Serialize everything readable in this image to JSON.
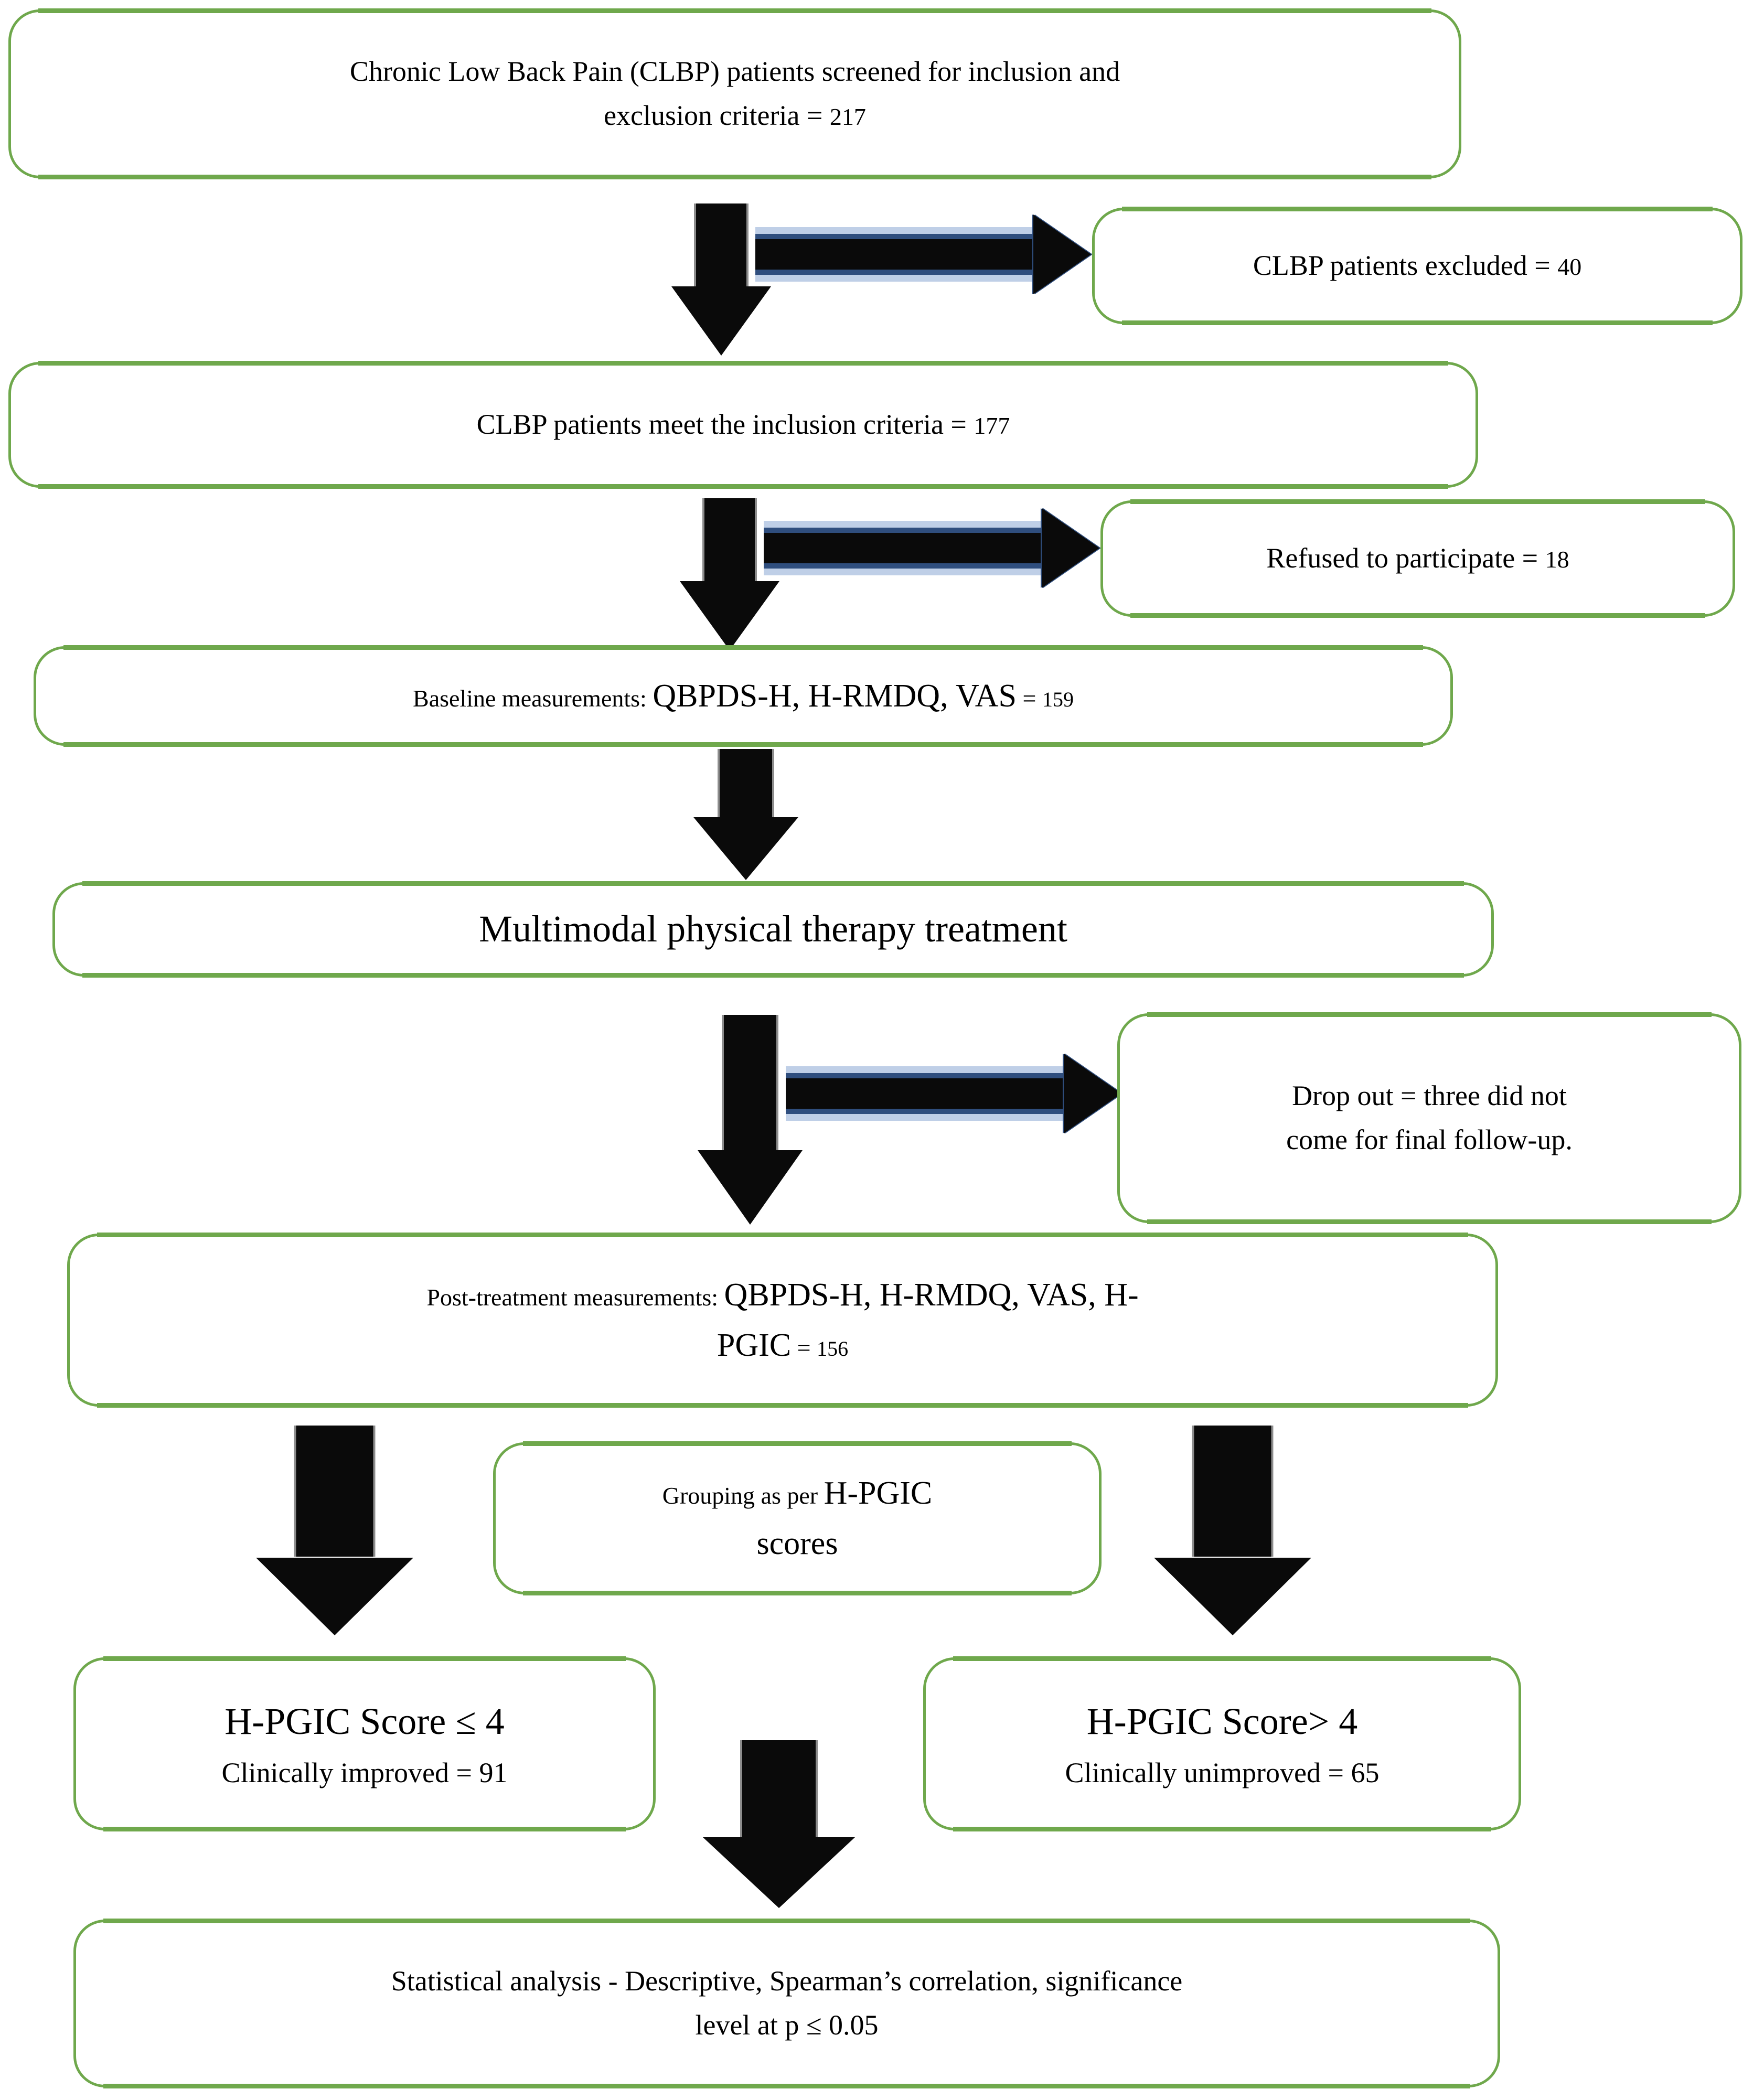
{
  "diagram": {
    "title": "CLBP study participant flow diagram",
    "accent_green": "#6FA84C",
    "arrow_black": "#0A0A0A",
    "arrow_blue_outline": "#2F4E7E",
    "arrow_blue_shadow": "#BFCFE7"
  },
  "nodes": {
    "screened": {
      "line1": "Chronic Low Back Pain (CLBP) patients screened for inclusion and",
      "line2_text": "exclusion criteria = ",
      "line2_value": "217"
    },
    "excluded": {
      "text": "CLBP patients excluded = ",
      "value": "40"
    },
    "included": {
      "text": "CLBP patients meet the inclusion criteria = ",
      "value": "177"
    },
    "refused": {
      "text": "Refused to participate = ",
      "value": "18"
    },
    "baseline": {
      "label": "Baseline measurements: ",
      "measures": "QBPDS-H, H-RMDQ, VAS",
      "eq": " = ",
      "value": "159"
    },
    "treatment": {
      "text": "Multimodal physical therapy treatment"
    },
    "dropout": {
      "line1": "Drop out = three did not",
      "line2": "come for final follow-up."
    },
    "post": {
      "label": "Post-treatment measurements: ",
      "measures_line1": "QBPDS-H, H-RMDQ, VAS, H-",
      "measures_line2": "PGIC",
      "eq": " = ",
      "value": "156"
    },
    "grouping": {
      "line1_small": "Grouping as per ",
      "line1_large": "H-PGIC",
      "line2": "scores"
    },
    "improved": {
      "heading": "H-PGIC Score ≤ 4",
      "sub_text": "Clinically improved = ",
      "sub_value": "91"
    },
    "unimproved": {
      "heading": "H-PGIC Score> 4",
      "sub_text": "Clinically unimproved = ",
      "sub_value": "65"
    },
    "stats": {
      "line1": "Statistical analysis - Descriptive, Spearman’s correlation, significance",
      "line2": "level at p ≤ 0.05"
    }
  }
}
